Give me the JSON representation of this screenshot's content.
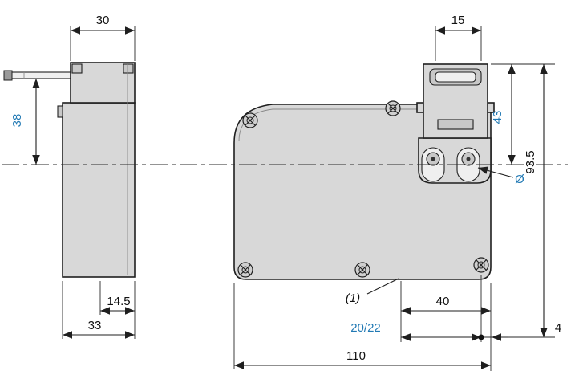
{
  "drawing": {
    "side_view": {
      "width_top": "30",
      "depth_to_axis": "38",
      "slot_offset": "14.5",
      "width_bottom": "33"
    },
    "front_view": {
      "head_width": "15",
      "head_to_axis": "43",
      "total_height": "93.5",
      "diameter_symbol": "Ø",
      "callout": "(1)",
      "hole_spacing": "40",
      "entry_offset": "20/22",
      "edge_offset": "4",
      "total_width": "110"
    },
    "colors": {
      "accent_blue": "#2179b4",
      "line": "#1f1f1f",
      "body_fill": "#d8d8d8"
    }
  }
}
